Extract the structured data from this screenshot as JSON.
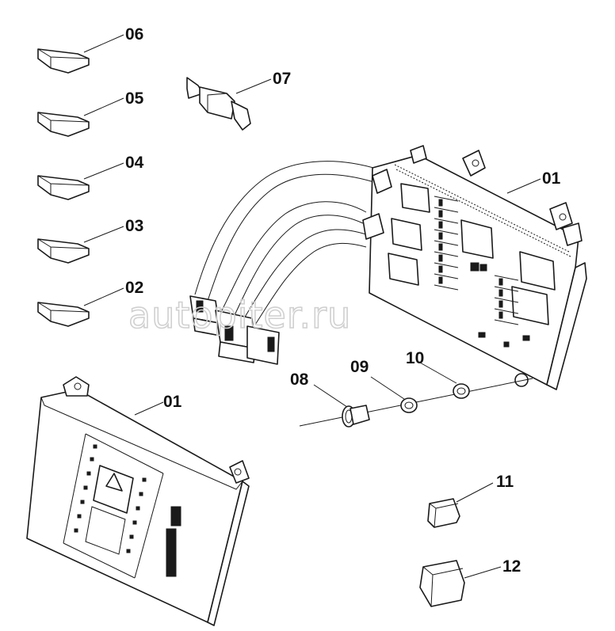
{
  "callouts": {
    "c06": "06",
    "c05": "05",
    "c04": "04",
    "c03": "03",
    "c02": "02",
    "c07": "07",
    "c01_top": "01",
    "c01_bottom": "01",
    "c08": "08",
    "c09": "09",
    "c10": "10",
    "c11": "11",
    "c12": "12"
  },
  "watermark": "autopiter.ru",
  "colors": {
    "ink": "#1a1a1a",
    "watermark": "#d0d0d0",
    "background": "#ffffff"
  }
}
